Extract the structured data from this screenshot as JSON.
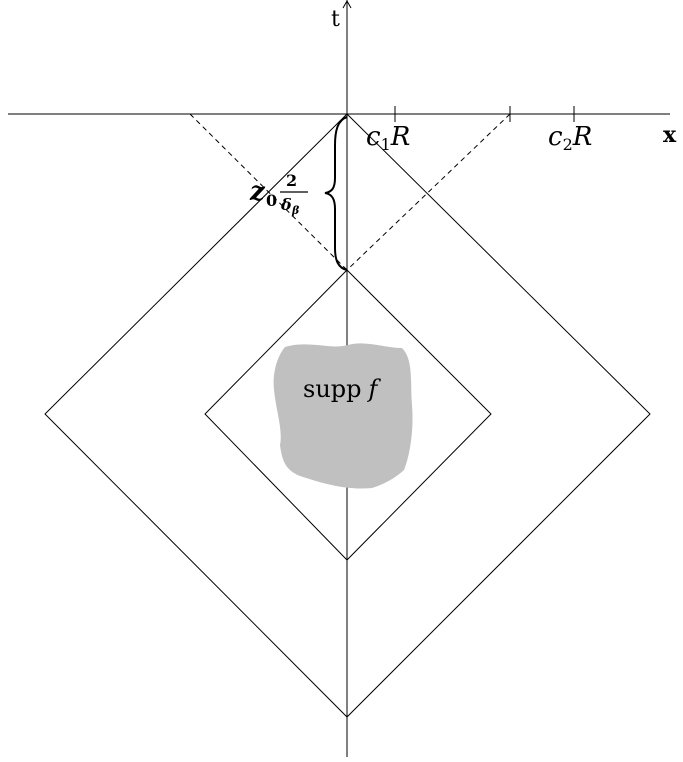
{
  "axes": {
    "t_label": "t",
    "x_label": "x"
  },
  "ticks": {
    "c1": {
      "var": "c",
      "sub": "1",
      "tail": "R"
    },
    "c2": {
      "var": "c",
      "sub": "2",
      "tail": "R"
    }
  },
  "brace_label": {
    "z": "z",
    "z_sub": "0",
    "num": "2",
    "den": "δ",
    "den_sub": "β"
  },
  "support_label": {
    "word": "supp",
    "func": "f"
  },
  "colors": {
    "line": "#000000",
    "support_fill": "#c0c0c0"
  }
}
